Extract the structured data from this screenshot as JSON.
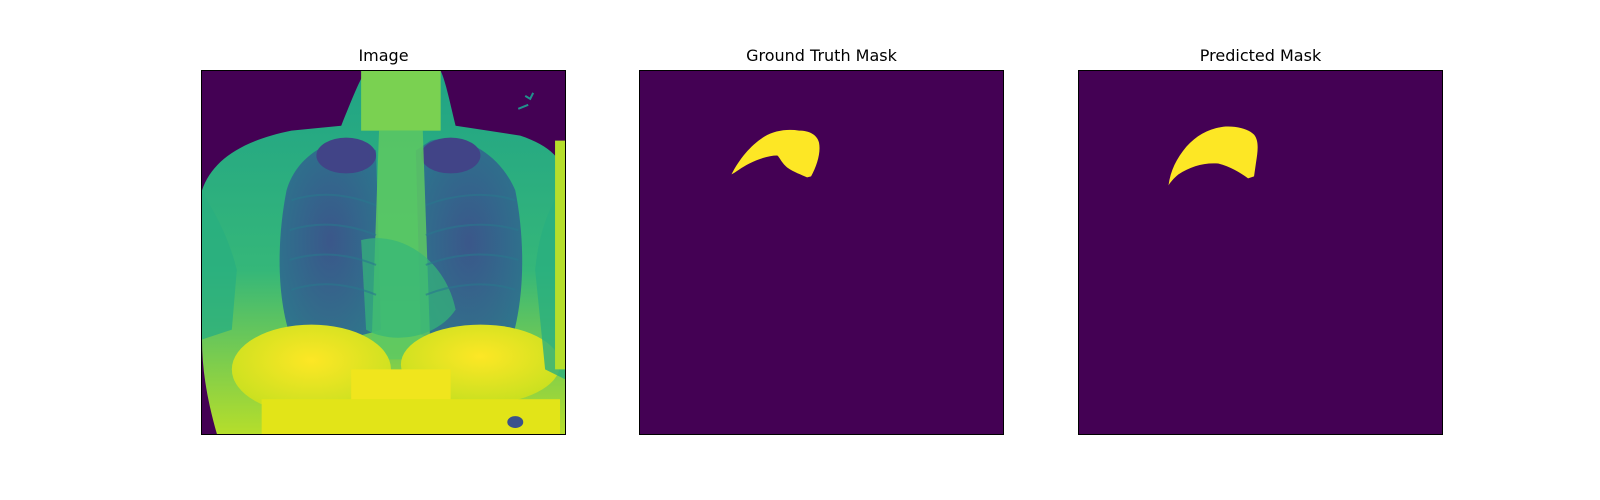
{
  "panels": [
    {
      "title": "Image"
    },
    {
      "title": "Ground Truth Mask"
    },
    {
      "title": "Predicted Mask"
    }
  ],
  "colors": {
    "background_dark": "#440154",
    "mask_fill": "#fde725",
    "viridis_mid": "#21918c",
    "viridis_green": "#5ec962",
    "viridis_blue": "#3b528b"
  }
}
